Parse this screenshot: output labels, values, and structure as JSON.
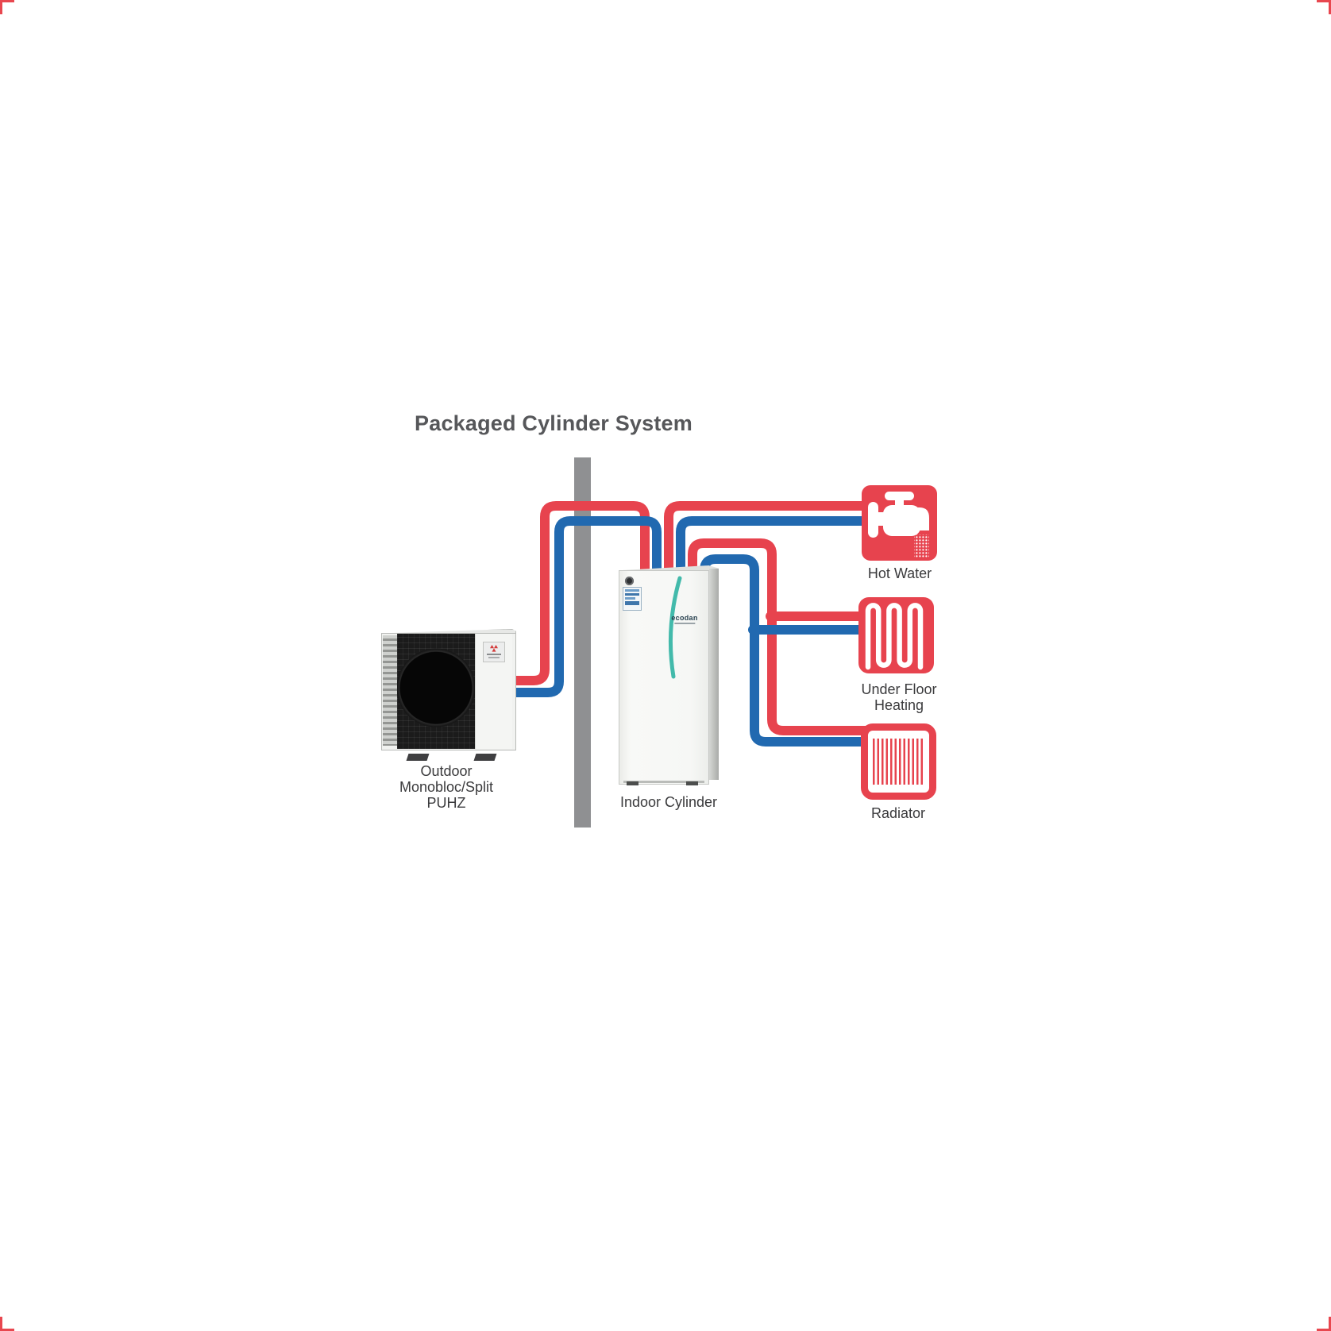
{
  "title": "Packaged Cylinder System",
  "colors": {
    "pipe_red": "#e7434e",
    "pipe_blue": "#2169b0",
    "icon_red": "#e7434e",
    "wall_gray": "#8f9092",
    "title_gray": "#56575a",
    "label_dark": "#3a3a3c",
    "cylinder_teal": "#2fb3a3"
  },
  "nodes": {
    "outdoor_unit": {
      "label_lines": [
        "Outdoor",
        "Monobloc/Split",
        "PUHZ"
      ]
    },
    "indoor_cylinder": {
      "label": "Indoor Cylinder",
      "brand": "ecodan"
    },
    "hot_water": {
      "label": "Hot Water"
    },
    "under_floor_heating": {
      "label_lines": [
        "Under Floor",
        "Heating"
      ]
    },
    "radiator": {
      "label": "Radiator"
    }
  }
}
